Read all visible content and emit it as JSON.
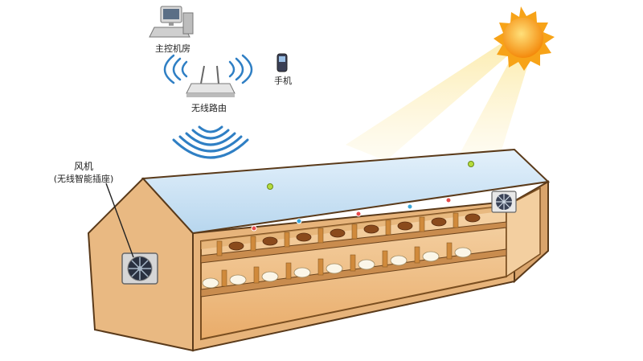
{
  "labels": {
    "control_room": "主控机房",
    "router": "无线路由",
    "phone": "手机",
    "fan_title": "风机",
    "fan_sub": "(无线智能插座)"
  },
  "colors": {
    "wall": "#e9b982",
    "wall_shadow": "#d59a5f",
    "roof": "#cfe4f4",
    "interior": "#f2c89a",
    "sun": "#f7a318",
    "beam": "#fbe9a6",
    "signal": "#2f7fc4"
  }
}
